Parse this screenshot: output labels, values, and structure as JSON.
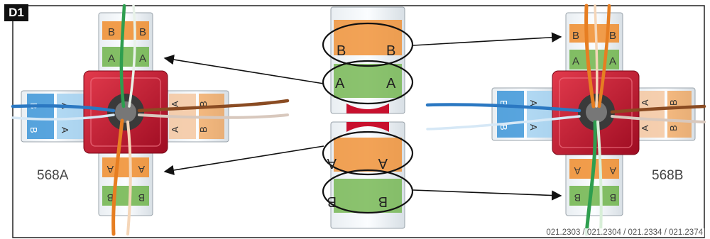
{
  "figure": {
    "badge": "D1",
    "standard_left": "568A",
    "standard_right": "568B",
    "part_numbers": "021.2303 / 021.2304 / 021.2334 / 021.2374"
  },
  "detail": {
    "top_upper_left": "B",
    "top_upper_right": "B",
    "top_lower_left": "A",
    "top_lower_right": "A",
    "bottom_upper_left": "A",
    "bottom_upper_right": "A",
    "bottom_lower_left": "B",
    "bottom_lower_right": "B"
  },
  "connectors": {
    "contact_a": "A",
    "contact_b": "B"
  },
  "colors": {
    "housing_red": "#c8102e",
    "contact_orange": "#f08c2c",
    "contact_green": "#6fb44a",
    "contact_blue": "#2f8ed6",
    "wire_orange": "#e67e22",
    "wire_green": "#2e9e4f",
    "wire_blue": "#2b78c2",
    "wire_brown": "#8a4b22"
  }
}
